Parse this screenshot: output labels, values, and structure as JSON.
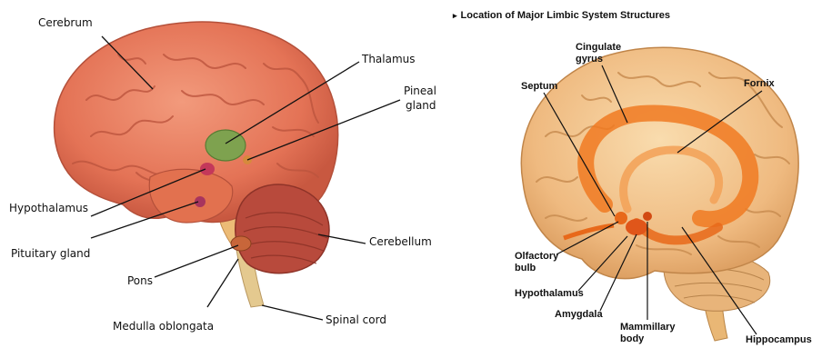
{
  "left_figure": {
    "labels": {
      "cerebrum": "Cerebrum",
      "thalamus": "Thalamus",
      "pineal_line1": "Pineal",
      "pineal_line2": "gland",
      "hypothalamus": "Hypothalamus",
      "pituitary": "Pituitary gland",
      "cerebellum": "Cerebellum",
      "pons": "Pons",
      "medulla": "Medulla oblongata",
      "spinal_cord": "Spinal cord"
    }
  },
  "right_figure": {
    "title": "Location of Major Limbic System Structures",
    "title_marker": "▸",
    "labels": {
      "cingulate_line1": "Cingulate",
      "cingulate_line2": "gyrus",
      "septum": "Septum",
      "fornix": "Fornix",
      "olfactory_line1": "Olfactory",
      "olfactory_line2": "bulb",
      "hypothalamus": "Hypothalamus",
      "amygdala": "Amygdala",
      "mammillary_line1": "Mammillary",
      "mammillary_line2": "body",
      "hippocampus": "Hippocampus"
    }
  },
  "colors": {
    "left_brain": "#e67b5f",
    "left_brain_dark": "#c4533d",
    "cerebellum": "#b84a3c",
    "thalamus": "#7ea24f",
    "pituitary": "#a8345e",
    "right_brain": "#f2c187",
    "right_brain_dark": "#d79a5a",
    "limbic": "#f07a22"
  }
}
